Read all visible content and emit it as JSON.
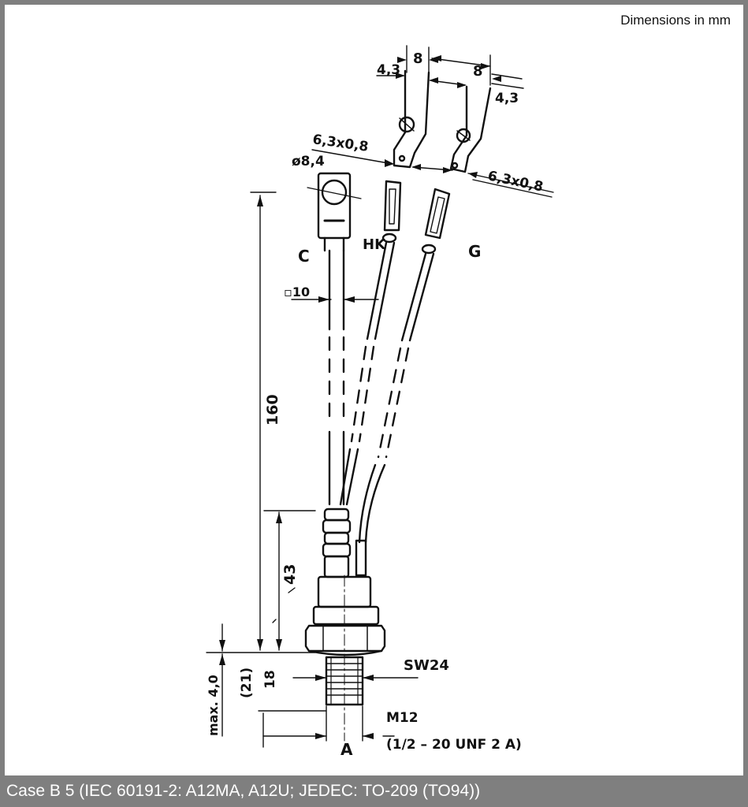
{
  "header": {
    "units_note": "Dimensions in mm"
  },
  "footer": {
    "caption": "Case B 5 (IEC 60191-2: A12MA, A12U; JEDEC: TO-209 (TO94))"
  },
  "drawing": {
    "terminal_labels": {
      "cathode": "C",
      "aux_cathode": "HK",
      "gate": "G",
      "anode": "A"
    },
    "dimensions": {
      "tab_width_left": "4,3",
      "tab_width_right": "4,3",
      "tab_pitch_1": "8",
      "tab_pitch_2": "8",
      "tab_size_left": "6,3x0,8",
      "tab_size_right": "6,3x0,8",
      "lug_hole": "ø8,4",
      "lead_square": "▫10",
      "overall_length": "160",
      "base_height": "43",
      "flange_height": "18",
      "thread_ref": "(21)",
      "max_offset": "max. 4,0",
      "hex_size": "SW24",
      "thread": "M12",
      "thread_unf": "(1/2 – 20 UNF 2 A)"
    }
  }
}
